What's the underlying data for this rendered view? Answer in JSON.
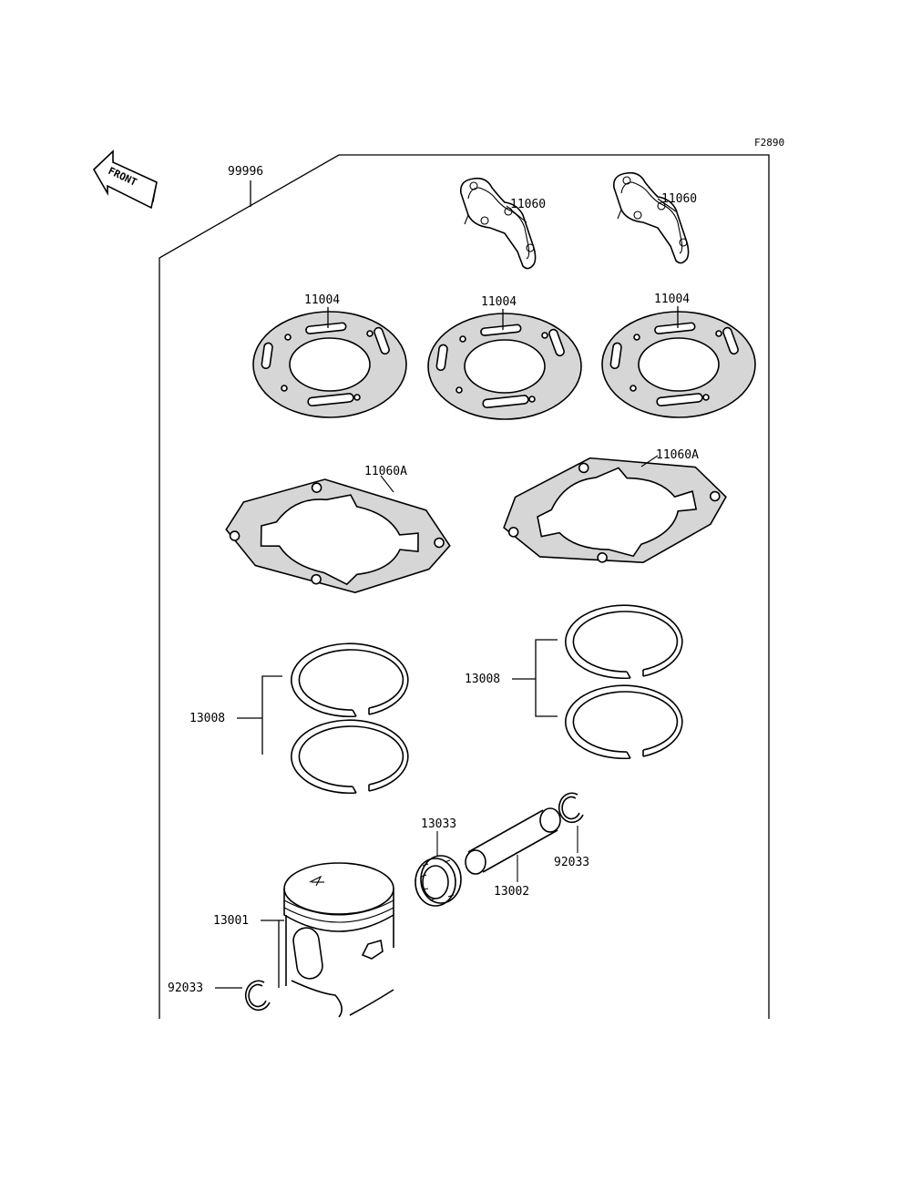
{
  "figure_code": "F2890",
  "front_arrow_label": "FRONT",
  "kit_number": "99996",
  "parts": {
    "cover_gasket_left": "11060",
    "cover_gasket_right": "11060",
    "head_gasket_1": "11004",
    "head_gasket_2": "11004",
    "head_gasket_3": "11004",
    "base_gasket_left": "11060A",
    "base_gasket_right": "11060A",
    "ring_set_left": "13008",
    "ring_set_right": "13008",
    "needle_bearing": "13033",
    "piston_pin": "13002",
    "circlip_right": "92033",
    "piston": "13001",
    "circlip_left": "92033"
  }
}
